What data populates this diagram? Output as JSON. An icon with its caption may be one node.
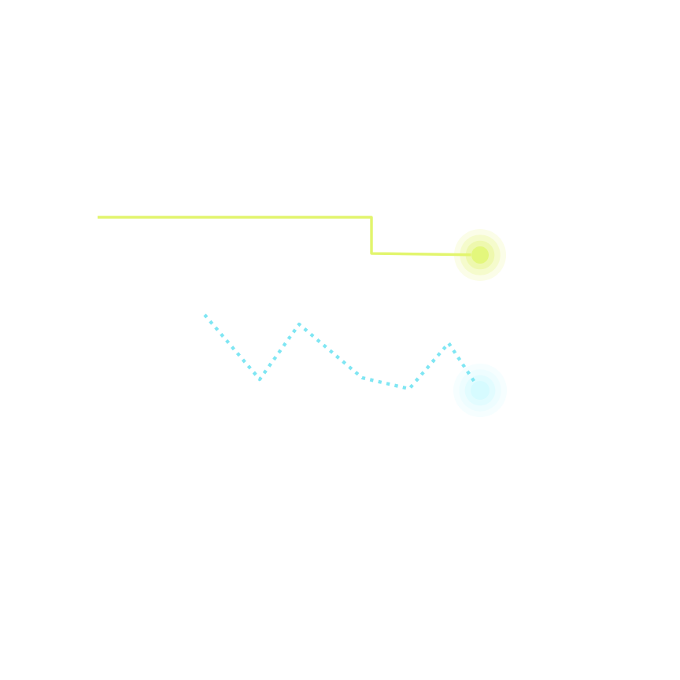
{
  "diagram": {
    "nodes": [
      {
        "text": [],
        "shape": "circle"
      },
      {
        "text": [],
        "shape": "circle"
      }
    ],
    "edges": [
      {
        "from": null,
        "to": 0,
        "arrow": "none",
        "color": "#e2f56e"
      },
      {
        "from": null,
        "to": 1,
        "arrow": "none",
        "style": "dashed",
        "color": "#7fe6f3"
      }
    ]
  }
}
